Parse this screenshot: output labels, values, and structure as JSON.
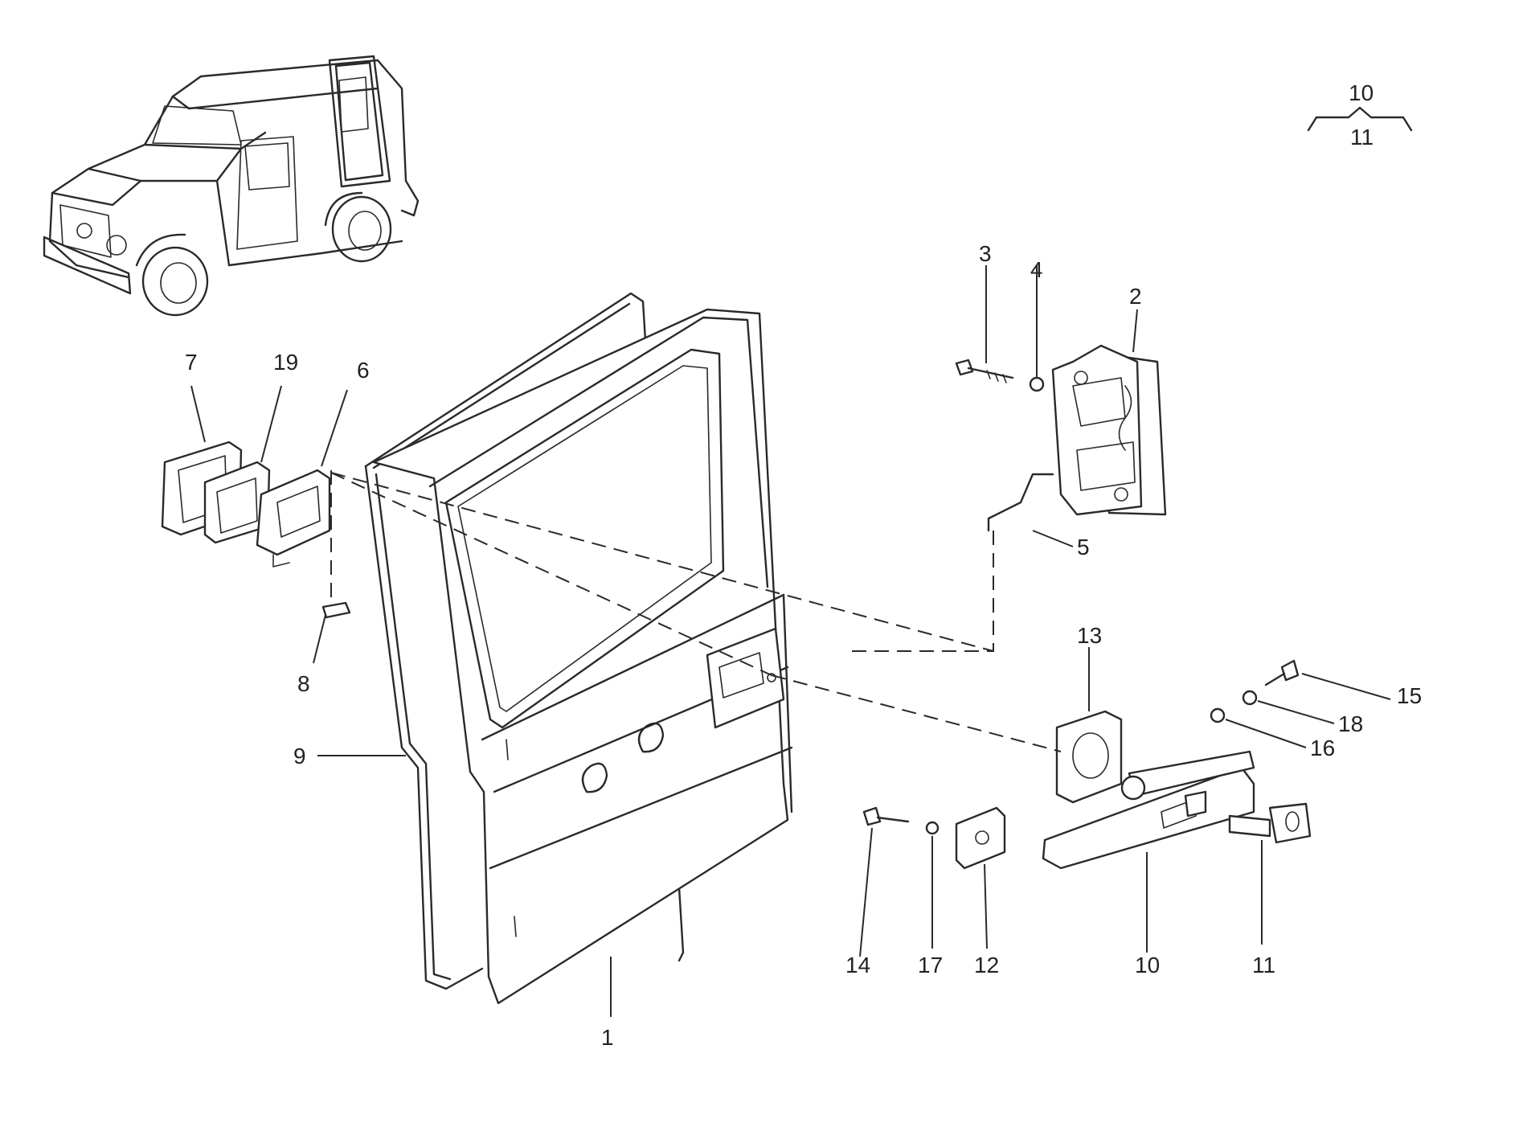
{
  "callouts": [
    {
      "id": "c1",
      "text": "1"
    },
    {
      "id": "c2",
      "text": "2"
    },
    {
      "id": "c3",
      "text": "3"
    },
    {
      "id": "c4",
      "text": "4"
    },
    {
      "id": "c5",
      "text": "5"
    },
    {
      "id": "c6",
      "text": "6"
    },
    {
      "id": "c7",
      "text": "7"
    },
    {
      "id": "c8",
      "text": "8"
    },
    {
      "id": "c9",
      "text": "9"
    },
    {
      "id": "c10",
      "text": "10"
    },
    {
      "id": "c11",
      "text": "11"
    },
    {
      "id": "c12",
      "text": "12"
    },
    {
      "id": "c13",
      "text": "13"
    },
    {
      "id": "c14",
      "text": "14"
    },
    {
      "id": "c15",
      "text": "15"
    },
    {
      "id": "c16",
      "text": "16"
    },
    {
      "id": "c17",
      "text": "17"
    },
    {
      "id": "c18",
      "text": "18"
    },
    {
      "id": "c19",
      "text": "19"
    }
  ],
  "legend": {
    "top": "10",
    "bottom": "11"
  }
}
